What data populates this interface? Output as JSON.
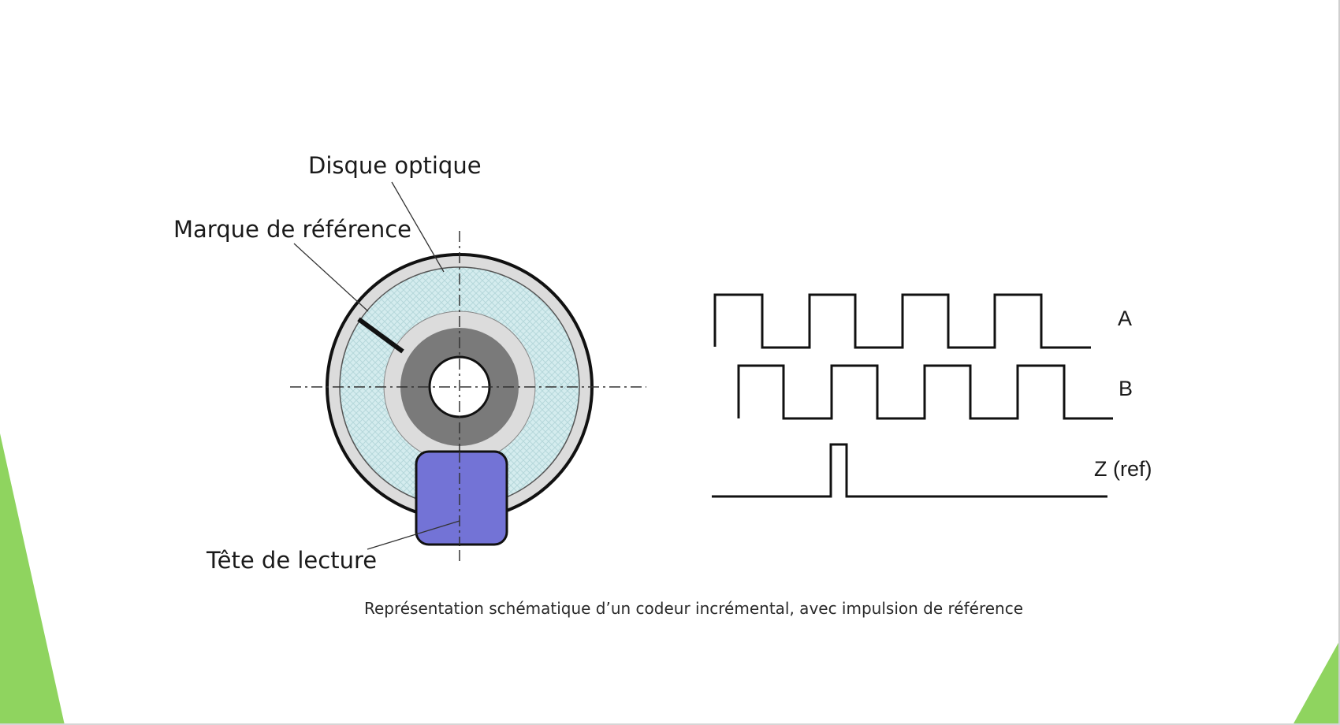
{
  "colors": {
    "accent_green": "#8fd45f",
    "disk_outer": "#dcdcdc",
    "disk_track": "#d4ecee",
    "hub": "#7a7a7a",
    "read_head": "#7373d6",
    "stroke": "#111111"
  },
  "diagram": {
    "labels": {
      "optical_disk": "Disque optique",
      "reference_mark": "Marque de référence",
      "read_head": "Tête de lecture"
    },
    "signals": {
      "a": "A",
      "b": "B",
      "z": "Z (ref)"
    }
  },
  "caption": "Représentation schématique d’un codeur incrémental, avec impulsion de référence"
}
